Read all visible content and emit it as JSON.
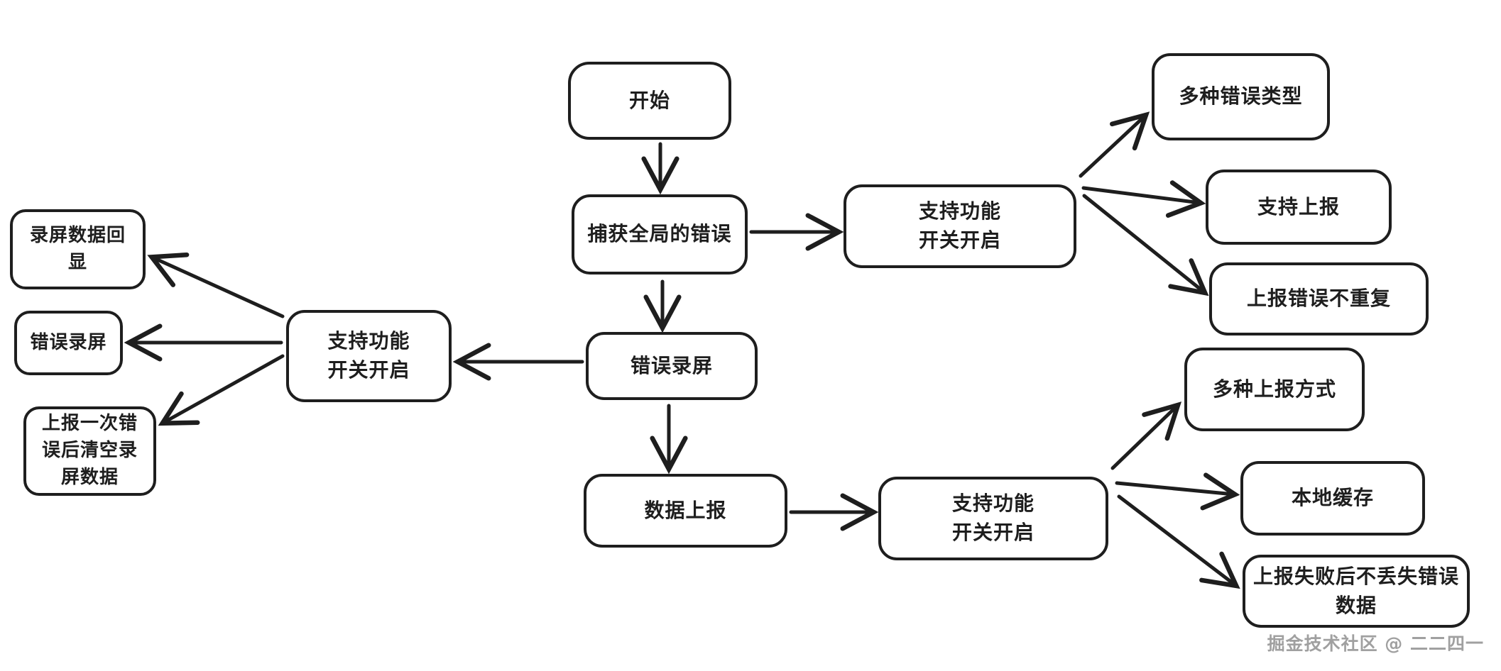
{
  "diagram": {
    "type": "flowchart",
    "style": "hand-drawn",
    "colors": {
      "background": "#ffffff",
      "stroke": "#1e1e1e",
      "watermark": "#a0a0a0"
    },
    "watermark": "掘金技术社区 @ 二二四一",
    "nodes": {
      "start": {
        "label": "开始"
      },
      "capture_global_errors": {
        "label": "捕获全局的错误"
      },
      "error_screen_recording": {
        "label": "错误录屏"
      },
      "data_reporting": {
        "label": "数据上报"
      },
      "feature_switch_recording": {
        "label": "支持功能\n开关开启"
      },
      "feature_switch_error_capture": {
        "label": "支持功能\n开关开启"
      },
      "feature_switch_reporting": {
        "label": "支持功能\n开关开启"
      },
      "screen_data_playback": {
        "label": "录屏数据回\n显"
      },
      "error_recording_left": {
        "label": "错误录屏"
      },
      "clear_recording_after_report": {
        "label": "上报一次错\n误后清空录\n屏数据"
      },
      "multiple_error_types": {
        "label": "多种错误类型"
      },
      "support_reporting": {
        "label": "支持上报"
      },
      "no_duplicate_errors": {
        "label": "上报错误不重复"
      },
      "multiple_reporting_methods": {
        "label": "多种上报方式"
      },
      "local_cache": {
        "label": "本地缓存"
      },
      "no_data_loss_on_failure": {
        "label": "上报失败后不丢失错误\n数据"
      }
    },
    "edges": [
      {
        "from": "start",
        "to": "capture_global_errors"
      },
      {
        "from": "capture_global_errors",
        "to": "feature_switch_error_capture"
      },
      {
        "from": "capture_global_errors",
        "to": "error_screen_recording"
      },
      {
        "from": "error_screen_recording",
        "to": "feature_switch_recording"
      },
      {
        "from": "error_screen_recording",
        "to": "data_reporting"
      },
      {
        "from": "data_reporting",
        "to": "feature_switch_reporting"
      },
      {
        "from": "feature_switch_recording",
        "to": "screen_data_playback"
      },
      {
        "from": "feature_switch_recording",
        "to": "error_recording_left"
      },
      {
        "from": "feature_switch_recording",
        "to": "clear_recording_after_report"
      },
      {
        "from": "feature_switch_error_capture",
        "to": "multiple_error_types"
      },
      {
        "from": "feature_switch_error_capture",
        "to": "support_reporting"
      },
      {
        "from": "feature_switch_error_capture",
        "to": "no_duplicate_errors"
      },
      {
        "from": "feature_switch_reporting",
        "to": "multiple_reporting_methods"
      },
      {
        "from": "feature_switch_reporting",
        "to": "local_cache"
      },
      {
        "from": "feature_switch_reporting",
        "to": "no_data_loss_on_failure"
      }
    ]
  }
}
